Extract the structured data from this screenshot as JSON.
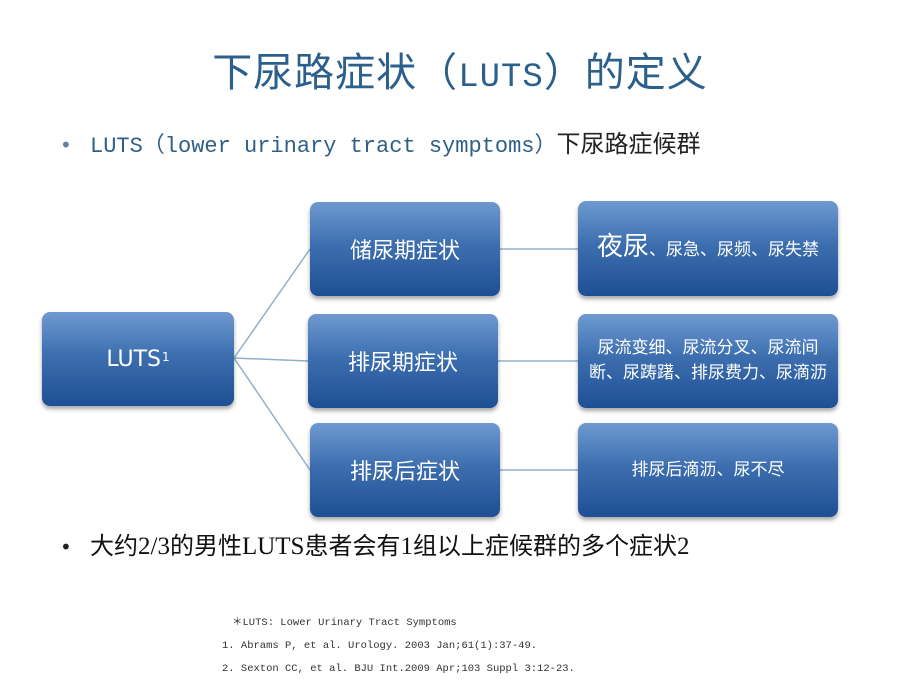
{
  "title": {
    "part1": "下尿路症状（",
    "part2": "LUTS",
    "part3": "）的定义"
  },
  "bullet1": {
    "part1": "LUTS（lower urinary tract symptoms）",
    "part2": "下尿路症候群"
  },
  "diagram": {
    "root_label": "LUTS",
    "root_sup": "1",
    "stages": [
      {
        "label": "储尿期症状",
        "desc_big": "夜尿",
        "desc_rest": "、尿急、尿频、尿失禁"
      },
      {
        "label": "排尿期症状",
        "desc": "尿流变细、尿流分叉、尿流间断、尿踌躇、排尿费力、尿滴沥"
      },
      {
        "label": "排尿后症状",
        "desc": "排尿后滴沥、尿不尽"
      }
    ],
    "colors": {
      "box_top": "#6f9ad0",
      "box_bottom": "#1e4f94",
      "connector": "#8fb0cc"
    }
  },
  "bullet2": {
    "part1": "大约",
    "part2": "2/3",
    "part3": "的男性",
    "part4": "LUTS",
    "part5": "患者会有",
    "part6": "1",
    "part7": "组以上症候群的多个症状",
    "part8": "2"
  },
  "bullet_symbol": "•",
  "references": {
    "note": "＊LUTS: Lower Urinary Tract Symptoms",
    "ref1": "1. Abrams P, et al. Urology. 2003 Jan;61(1):37-49.",
    "ref2": "2. Sexton  CC, et  al. BJU Int.2009 Apr;103 Suppl 3:12-23."
  },
  "colors": {
    "title": "#2b5f8c",
    "background": "#ffffff"
  }
}
